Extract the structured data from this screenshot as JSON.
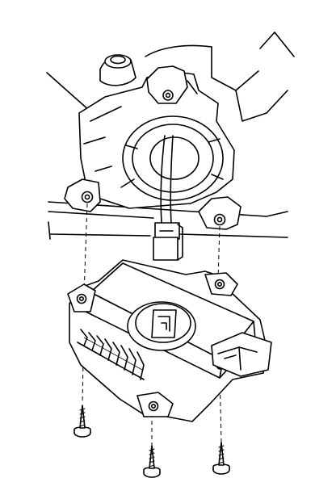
{
  "figure": {
    "background": "#ffffff",
    "ink": "#000000",
    "parts": [
      {
        "key": "column_housing",
        "icon": "steering-column-housing"
      },
      {
        "key": "wire_harness",
        "icon": "wire-harness-connector"
      },
      {
        "key": "control_unit",
        "icon": "control-unit-module"
      },
      {
        "key": "screws",
        "icon": "self-tapping-screw",
        "count": 3
      }
    ]
  }
}
